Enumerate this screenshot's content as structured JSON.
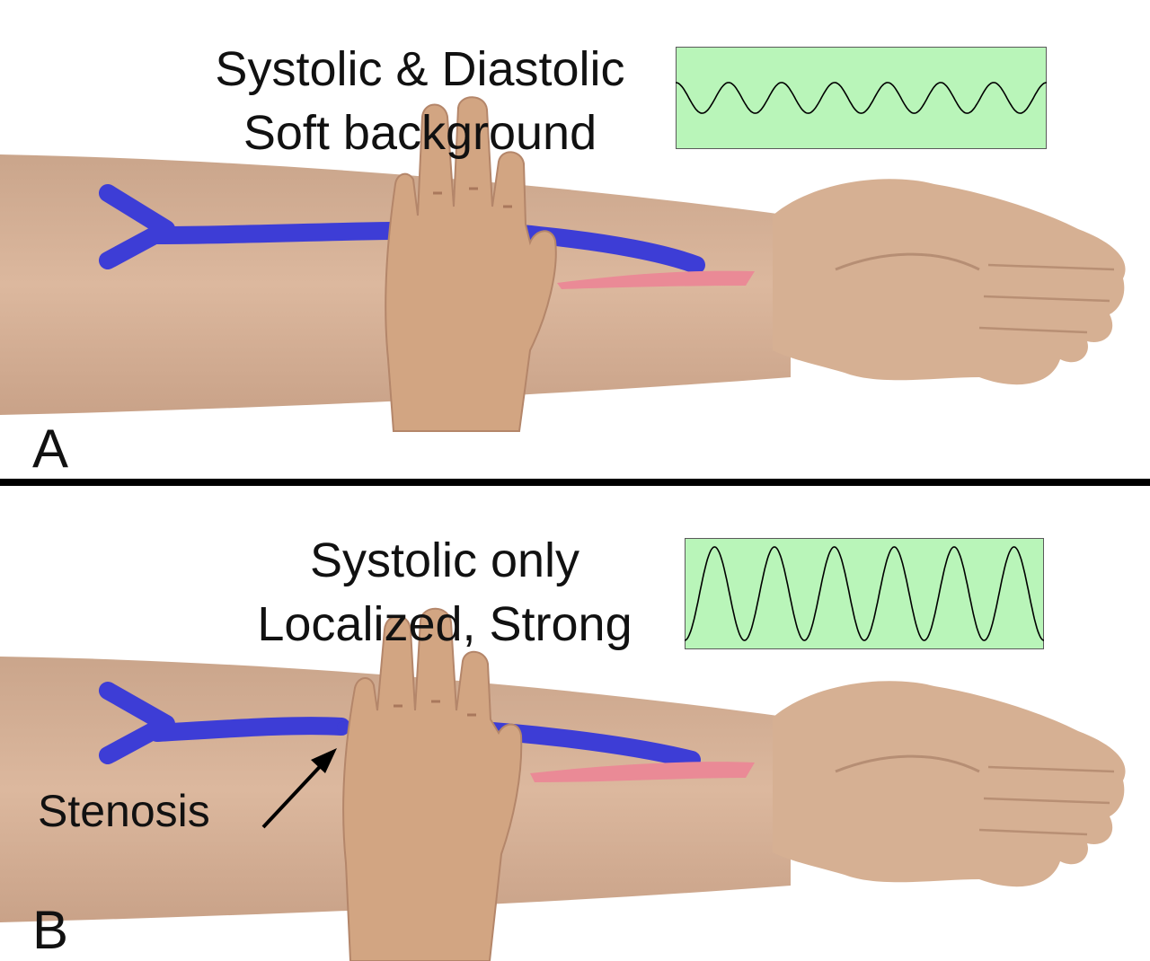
{
  "panels": [
    {
      "letter": "A",
      "caption_line1": "Systolic & Diastolic",
      "caption_line2": "Soft background",
      "waveform": {
        "amplitude": "low",
        "cycles": 7
      }
    },
    {
      "letter": "B",
      "caption_line1": "Systolic only",
      "caption_line2": "Localized, Strong",
      "waveform": {
        "amplitude": "high",
        "cycles": 6
      },
      "annotation": "Stenosis"
    }
  ],
  "colors": {
    "skin": "#d9b397",
    "skin_shadow": "#c49a7d",
    "vein": "#3d3dd6",
    "artery": "#ea8a96",
    "waveform_bg": "#b9f5b9",
    "waveform_line": "#000000",
    "divider": "#000000"
  }
}
